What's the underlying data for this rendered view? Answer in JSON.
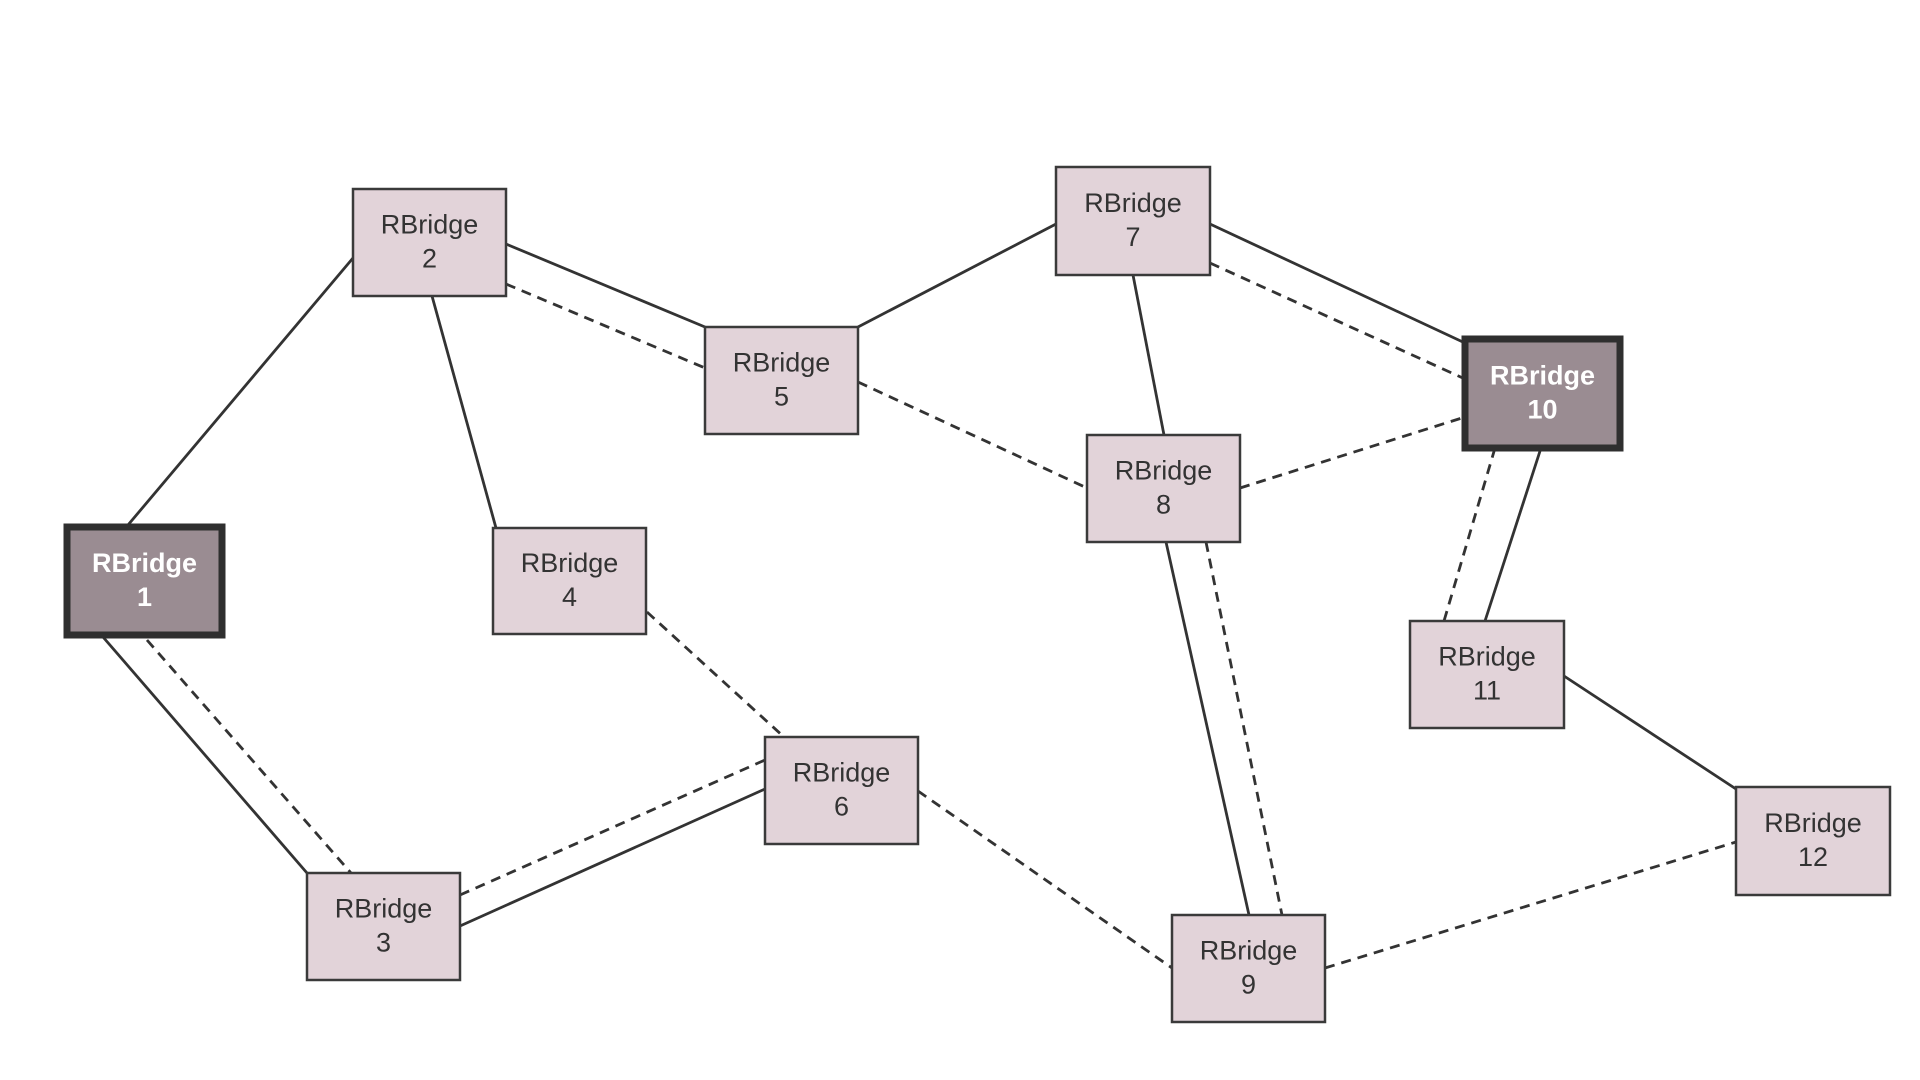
{
  "colors": {
    "node_fill": "#e2d3d9",
    "node_stroke": "#3a3a3a",
    "highlight_fill": "#9a8c92",
    "highlight_stroke": "#2f2f2f",
    "node_text": "#333333",
    "highlight_text": "#ffffff",
    "link": "#333333"
  },
  "nodes": [
    {
      "id": "1",
      "line1": "RBridge",
      "line2": "1",
      "highlighted": true
    },
    {
      "id": "2",
      "line1": "RBridge",
      "line2": "2",
      "highlighted": false
    },
    {
      "id": "3",
      "line1": "RBridge",
      "line2": "3",
      "highlighted": false
    },
    {
      "id": "4",
      "line1": "RBridge",
      "line2": "4",
      "highlighted": false
    },
    {
      "id": "5",
      "line1": "RBridge",
      "line2": "5",
      "highlighted": false
    },
    {
      "id": "6",
      "line1": "RBridge",
      "line2": "6",
      "highlighted": false
    },
    {
      "id": "7",
      "line1": "RBridge",
      "line2": "7",
      "highlighted": false
    },
    {
      "id": "8",
      "line1": "RBridge",
      "line2": "8",
      "highlighted": false
    },
    {
      "id": "9",
      "line1": "RBridge",
      "line2": "9",
      "highlighted": false
    },
    {
      "id": "10",
      "line1": "RBridge",
      "line2": "10",
      "highlighted": true
    },
    {
      "id": "11",
      "line1": "RBridge",
      "line2": "11",
      "highlighted": false
    },
    {
      "id": "12",
      "line1": "RBridge",
      "line2": "12",
      "highlighted": false
    }
  ],
  "links": [
    {
      "from": "1",
      "to": "2",
      "style": "solid"
    },
    {
      "from": "1",
      "to": "3",
      "style": "solid"
    },
    {
      "from": "1",
      "to": "3",
      "style": "dashed"
    },
    {
      "from": "2",
      "to": "4",
      "style": "solid"
    },
    {
      "from": "2",
      "to": "5",
      "style": "solid"
    },
    {
      "from": "2",
      "to": "5",
      "style": "dashed"
    },
    {
      "from": "4",
      "to": "6",
      "style": "dashed"
    },
    {
      "from": "3",
      "to": "6",
      "style": "solid"
    },
    {
      "from": "3",
      "to": "6",
      "style": "dashed"
    },
    {
      "from": "5",
      "to": "7",
      "style": "solid"
    },
    {
      "from": "5",
      "to": "8",
      "style": "dashed"
    },
    {
      "from": "6",
      "to": "9",
      "style": "dashed"
    },
    {
      "from": "7",
      "to": "8",
      "style": "solid"
    },
    {
      "from": "7",
      "to": "10",
      "style": "solid"
    },
    {
      "from": "7",
      "to": "10",
      "style": "dashed"
    },
    {
      "from": "8",
      "to": "10",
      "style": "dashed"
    },
    {
      "from": "8",
      "to": "9",
      "style": "solid"
    },
    {
      "from": "8",
      "to": "9",
      "style": "dashed"
    },
    {
      "from": "10",
      "to": "11",
      "style": "solid"
    },
    {
      "from": "10",
      "to": "11",
      "style": "dashed"
    },
    {
      "from": "11",
      "to": "12",
      "style": "solid"
    },
    {
      "from": "9",
      "to": "12",
      "style": "dashed"
    }
  ]
}
